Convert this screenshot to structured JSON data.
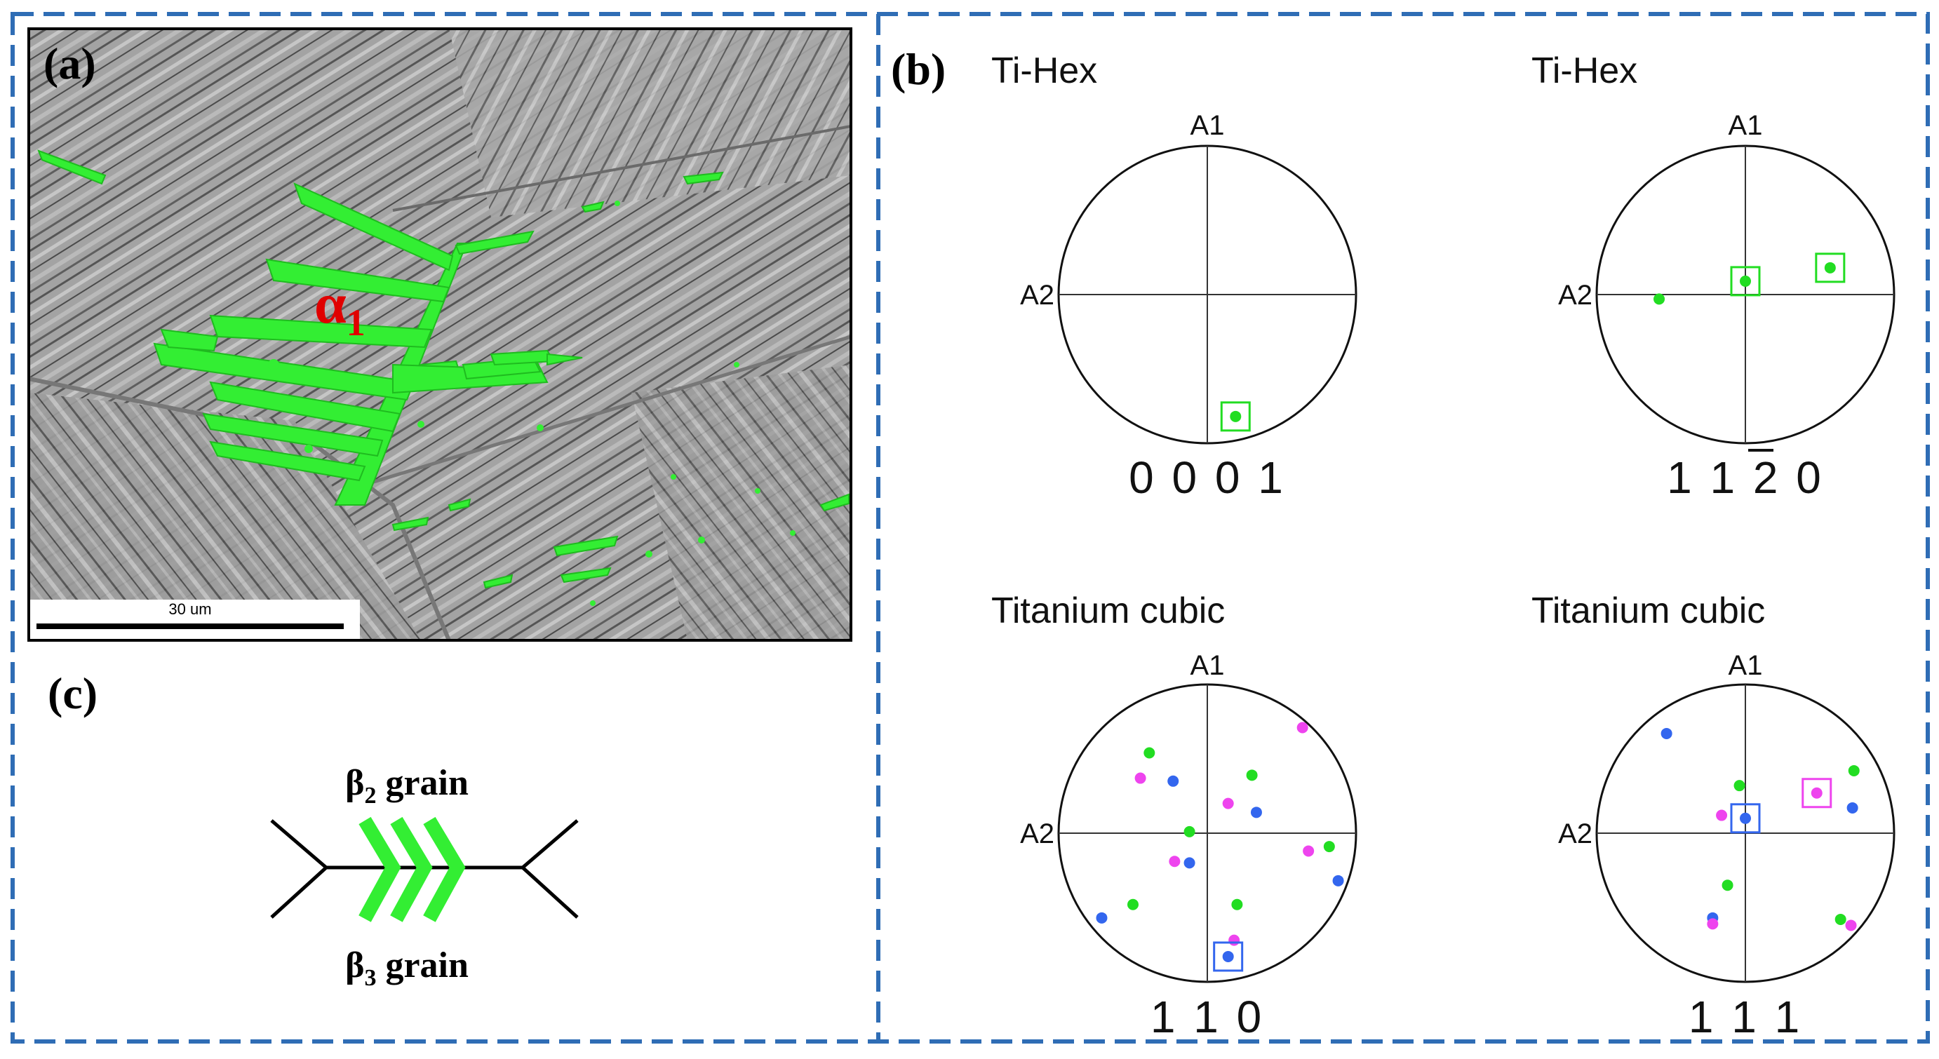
{
  "panels": {
    "a": {
      "label": "(a)",
      "annotation": "α",
      "annotation_sub": "1",
      "scale_bar": "30 um"
    },
    "b": {
      "label": "(b)"
    },
    "c": {
      "label": "(c)",
      "top_grain": "β",
      "top_sub": "2",
      "top_word": " grain",
      "bottom_grain": "β",
      "bottom_sub": "3",
      "bottom_word": " grain"
    }
  },
  "pole_figures": [
    {
      "title": "Ti-Hex",
      "top_axis": "A1",
      "left_axis": "A2",
      "miller": [
        "0",
        "0",
        "0",
        "1"
      ],
      "bar_index": -1,
      "points": [
        {
          "x": 0.19,
          "y": -0.82,
          "color": "green",
          "boxed": true
        }
      ]
    },
    {
      "title": "Ti-Hex",
      "top_axis": "A1",
      "left_axis": "A2",
      "miller": [
        "1",
        "1",
        "2",
        "0"
      ],
      "bar_index": 2,
      "points": [
        {
          "x": -0.58,
          "y": -0.03,
          "color": "green",
          "boxed": false
        },
        {
          "x": 0.0,
          "y": 0.09,
          "color": "green",
          "boxed": true
        },
        {
          "x": 0.57,
          "y": 0.18,
          "color": "green",
          "boxed": true
        }
      ]
    },
    {
      "title": "Titanium cubic",
      "top_axis": "A1",
      "left_axis": "A2",
      "miller": [
        "1",
        "1",
        "0"
      ],
      "bar_index": -1,
      "points": [
        {
          "x": -0.39,
          "y": 0.54,
          "color": "green"
        },
        {
          "x": -0.45,
          "y": 0.37,
          "color": "magenta"
        },
        {
          "x": -0.23,
          "y": 0.35,
          "color": "blue"
        },
        {
          "x": 0.14,
          "y": 0.2,
          "color": "magenta"
        },
        {
          "x": 0.3,
          "y": 0.39,
          "color": "green"
        },
        {
          "x": 0.33,
          "y": 0.14,
          "color": "blue"
        },
        {
          "x": 0.64,
          "y": 0.71,
          "color": "magenta"
        },
        {
          "x": -0.12,
          "y": 0.01,
          "color": "green"
        },
        {
          "x": -0.22,
          "y": -0.19,
          "color": "magenta"
        },
        {
          "x": -0.12,
          "y": -0.2,
          "color": "blue"
        },
        {
          "x": 0.68,
          "y": -0.12,
          "color": "magenta"
        },
        {
          "x": 0.82,
          "y": -0.09,
          "color": "green"
        },
        {
          "x": 0.88,
          "y": -0.32,
          "color": "blue"
        },
        {
          "x": 0.2,
          "y": -0.48,
          "color": "green"
        },
        {
          "x": -0.5,
          "y": -0.48,
          "color": "green"
        },
        {
          "x": -0.71,
          "y": -0.57,
          "color": "blue"
        },
        {
          "x": 0.18,
          "y": -0.72,
          "color": "magenta"
        },
        {
          "x": 0.14,
          "y": -0.83,
          "color": "blue",
          "boxed": true
        }
      ]
    },
    {
      "title": "Titanium cubic",
      "top_axis": "A1",
      "left_axis": "A2",
      "miller": [
        "1",
        "1",
        "1"
      ],
      "bar_index": -1,
      "points": [
        {
          "x": -0.53,
          "y": 0.67,
          "color": "blue"
        },
        {
          "x": -0.04,
          "y": 0.32,
          "color": "green"
        },
        {
          "x": -0.16,
          "y": 0.12,
          "color": "magenta"
        },
        {
          "x": 0.0,
          "y": 0.1,
          "color": "blue",
          "boxed": true
        },
        {
          "x": 0.48,
          "y": 0.27,
          "color": "magenta",
          "boxed": true
        },
        {
          "x": 0.73,
          "y": 0.42,
          "color": "green"
        },
        {
          "x": 0.72,
          "y": 0.17,
          "color": "blue"
        },
        {
          "x": -0.12,
          "y": -0.35,
          "color": "green"
        },
        {
          "x": -0.22,
          "y": -0.57,
          "color": "blue"
        },
        {
          "x": -0.22,
          "y": -0.61,
          "color": "magenta"
        },
        {
          "x": 0.64,
          "y": -0.58,
          "color": "green"
        },
        {
          "x": 0.71,
          "y": -0.62,
          "color": "magenta"
        }
      ]
    }
  ],
  "colors": {
    "green": "#22dd22",
    "magenta": "#ee44ee",
    "blue": "#3366ee",
    "frame": "#2f6db5",
    "alpha_region": "#33ee33"
  }
}
